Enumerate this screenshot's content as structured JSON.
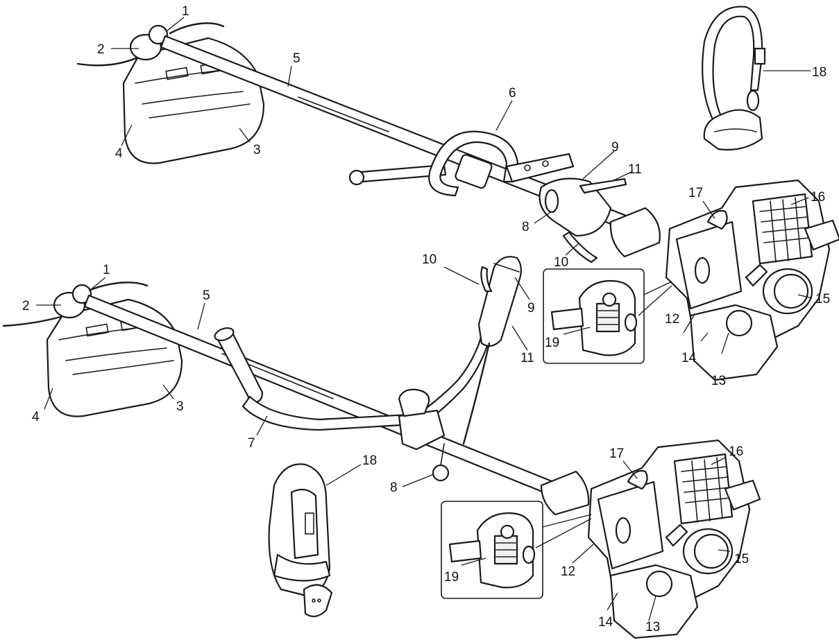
{
  "diagram": {
    "upper_callouts": [
      "1",
      "2",
      "3",
      "4",
      "5",
      "6",
      "8",
      "9",
      "10",
      "11",
      "12",
      "13",
      "14",
      "15",
      "16",
      "17",
      "18",
      "19"
    ],
    "lower_callouts": [
      "1",
      "2",
      "3",
      "4",
      "5",
      "7",
      "8",
      "9",
      "10",
      "11",
      "12",
      "13",
      "14",
      "15",
      "16",
      "17",
      "18",
      "19"
    ]
  }
}
